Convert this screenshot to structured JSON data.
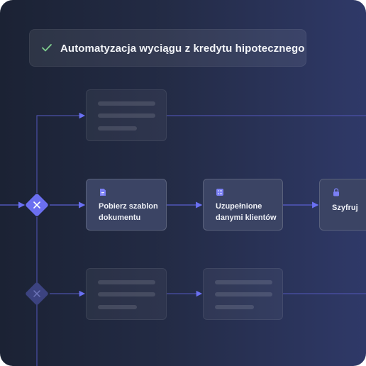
{
  "banner": {
    "icon": "check-icon",
    "title": "Automatyzacja wyciągu z kredytu hipotecznego"
  },
  "steps": [
    {
      "icon": "document-icon",
      "line1": "Pobierz szablon",
      "line2": "dokumentu"
    },
    {
      "icon": "checklist-icon",
      "line1": "Uzupełnione",
      "line2": "danymi klientów"
    },
    {
      "icon": "lock-icon",
      "line1": "Szyfruj",
      "line2": ""
    }
  ],
  "gateways": [
    {
      "icon": "close-icon",
      "state": "active"
    },
    {
      "icon": "close-icon",
      "state": "dimmed"
    }
  ],
  "colors": {
    "accent": "#6b6ff0",
    "connector": "#5a5fd0",
    "check": "#7fce8e"
  }
}
